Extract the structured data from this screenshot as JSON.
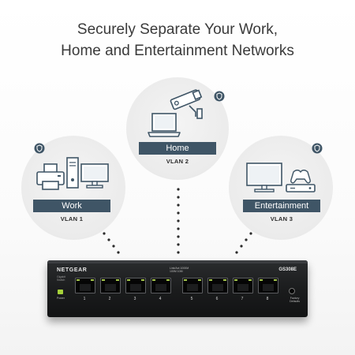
{
  "headline": {
    "line1": "Securely Separate Your Work,",
    "line2": "Home and Entertainment Networks"
  },
  "networks": {
    "home": {
      "label": "Home",
      "vlan": "VLAN 2"
    },
    "work": {
      "label": "Work",
      "vlan": "VLAN 1"
    },
    "entertainment": {
      "label": "Entertainment",
      "vlan": "VLAN 3"
    }
  },
  "switch": {
    "brand": "NETGEAR",
    "model": "GS308E",
    "subtext_line1": "Gigabit",
    "subtext_line2": "Switch",
    "speed_text": "Link/Act 1000M",
    "speed_text2": "100M 10M",
    "power_label": "Power",
    "reset_label_line1": "Factory",
    "reset_label_line2": "Defaults",
    "ports": [
      "1",
      "2",
      "3",
      "4",
      "5",
      "6",
      "7",
      "8"
    ]
  },
  "colors": {
    "label_bar": "#3f5566",
    "led_green": "#a6c84b",
    "headline_text": "#3a3a3a",
    "icon_line": "#3f5566"
  },
  "icons": [
    "security-camera-icon",
    "laptop-icon",
    "printer-icon",
    "desktop-computer-icon",
    "tv-icon",
    "game-console-icon",
    "shield-icon"
  ]
}
